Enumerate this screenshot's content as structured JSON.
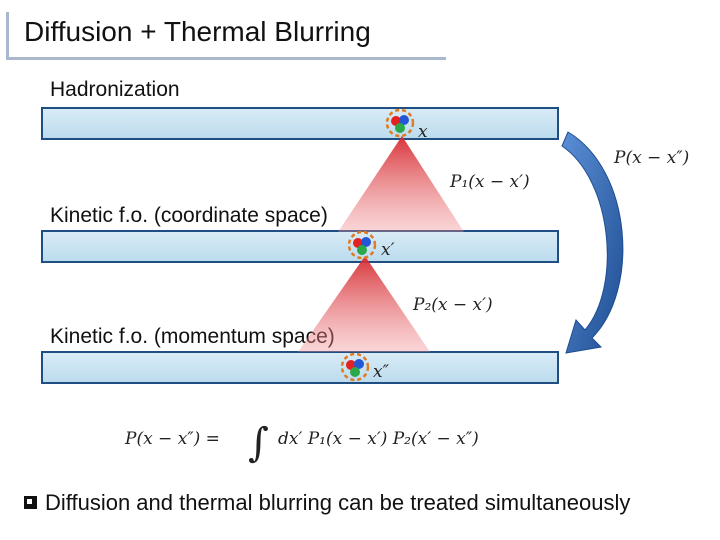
{
  "title": "Diffusion + Thermal Blurring",
  "stages": [
    {
      "label": "Hadronization",
      "point": "x"
    },
    {
      "label": "Kinetic f.o. (coordinate space)",
      "point": "x′"
    },
    {
      "label": "Kinetic f.o. (momentum space)",
      "point": "x″"
    }
  ],
  "kernels": {
    "p1": "P₁(x − x′)",
    "p2": "P₂(x − x′)",
    "total": "P(x − x″)"
  },
  "equation": {
    "lhs": "P(x − x″) =",
    "integral": "∫",
    "rhs": "dx′ P₁(x − x′) P₂(x′ − x″)"
  },
  "bullet": "Diffusion and thermal blurring can be treated simultaneously",
  "colors": {
    "bar_border": "#1f4f82",
    "bar_fill": "#c9e3f2",
    "cone": "#d9343a",
    "arrow": "#2e5fa7",
    "ring": "#e07a1e",
    "particle_red": "#e52020",
    "particle_blue": "#2456d6",
    "particle_green": "#2aa84a"
  }
}
